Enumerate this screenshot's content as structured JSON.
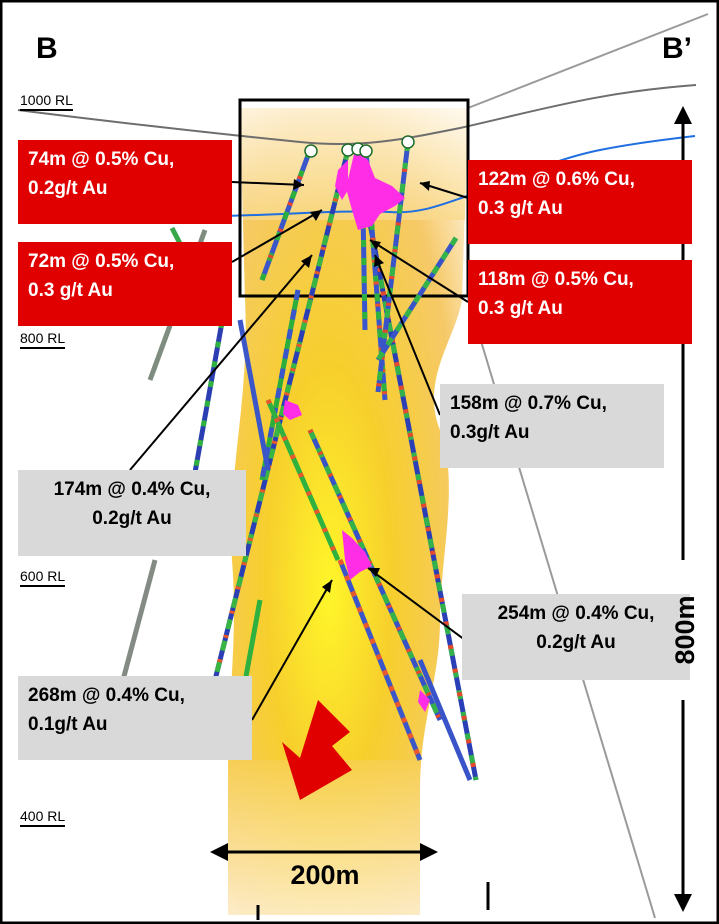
{
  "section": {
    "left_label": "B",
    "right_label": "B’"
  },
  "rl_labels": [
    "1000 RL",
    "800 RL",
    "600 RL",
    "400 RL"
  ],
  "intercepts": [
    {
      "line1": "74m @ 0.5% Cu,",
      "line2": "0.2g/t Au",
      "style": "red"
    },
    {
      "line1": "72m @ 0.5% Cu,",
      "line2": "0.3 g/t Au",
      "style": "red"
    },
    {
      "line1": "122m @ 0.6% Cu,",
      "line2": "0.3 g/t Au",
      "style": "red"
    },
    {
      "line1": "118m @ 0.5% Cu,",
      "line2": "0.3 g/t Au",
      "style": "red"
    },
    {
      "line1": "158m @ 0.7% Cu,",
      "line2": "0.3g/t Au",
      "style": "grey"
    },
    {
      "line1": "174m @ 0.4% Cu,",
      "line2": "0.2g/t Au",
      "style": "grey"
    },
    {
      "line1": "254m @ 0.4% Cu,",
      "line2": "0.2g/t Au",
      "style": "grey"
    },
    {
      "line1": "268m @ 0.4% Cu,",
      "line2": "0.1g/t Au",
      "style": "grey"
    }
  ],
  "scale": {
    "vertical": "800m",
    "horizontal": "200m"
  },
  "colors": {
    "callout_red": "#e00000",
    "callout_grey": "#d9d9d9",
    "ore_core": "#ffe94a",
    "ore_edge": "#f2b21c",
    "arrow": "#e00000",
    "assay_high": "#ff2ee6"
  }
}
